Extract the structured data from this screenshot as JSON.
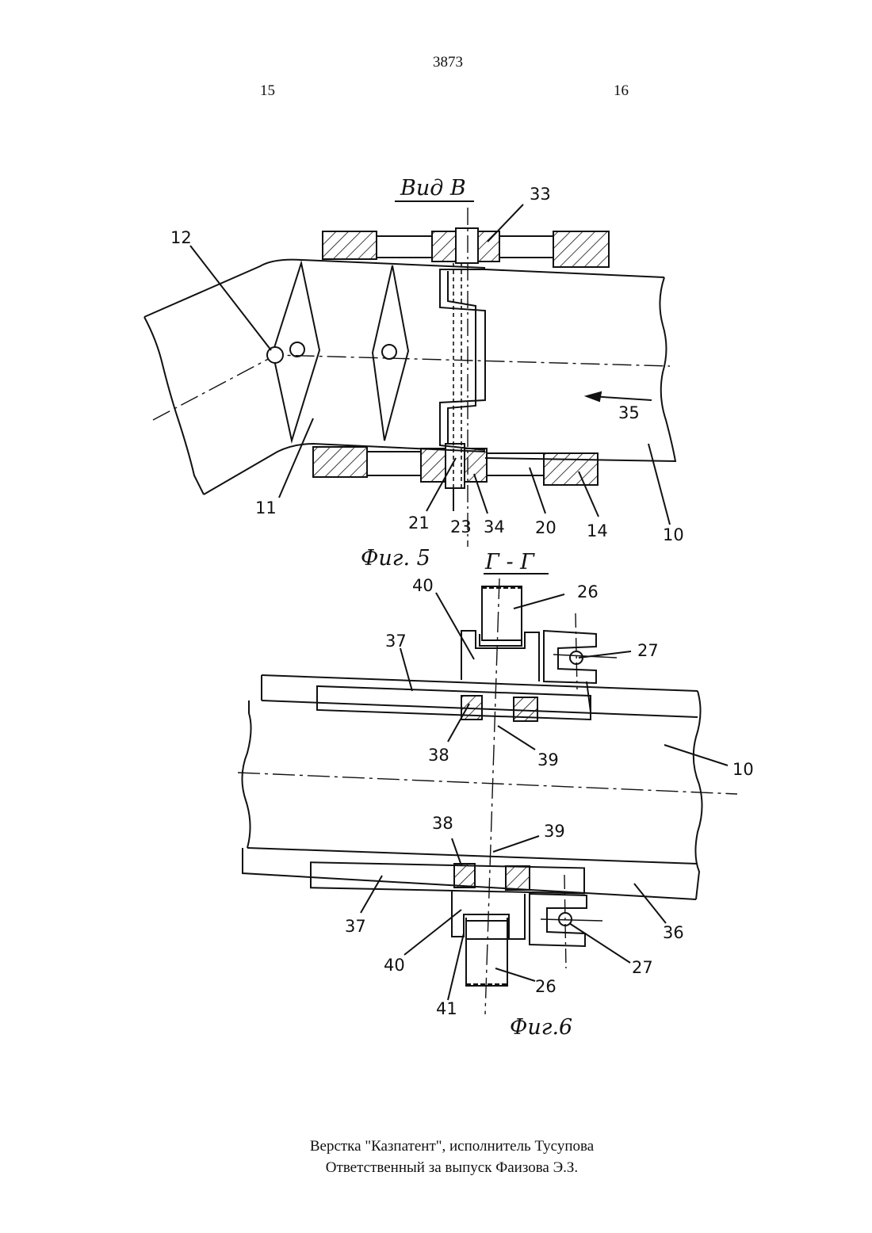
{
  "header": {
    "doc_number": "3873",
    "page_left": "15",
    "page_right": "16"
  },
  "figure5": {
    "view_title": "Вид В",
    "caption": "Фиг. 5",
    "labels": [
      "33",
      "12",
      "35",
      "11",
      "21",
      "23",
      "34",
      "20",
      "14",
      "10"
    ]
  },
  "figure6": {
    "section_title": "Г - Г",
    "caption": "Фиг.6",
    "labels": [
      "40",
      "26",
      "37",
      "27",
      "38",
      "39",
      "10",
      "38",
      "39",
      "37",
      "36",
      "40",
      "27",
      "26",
      "41"
    ]
  },
  "footer": {
    "line1": "Верстка \"Казпатент\", исполнитель Тусупова",
    "line2": "Ответственный за выпуск Фаизова Э.З."
  }
}
